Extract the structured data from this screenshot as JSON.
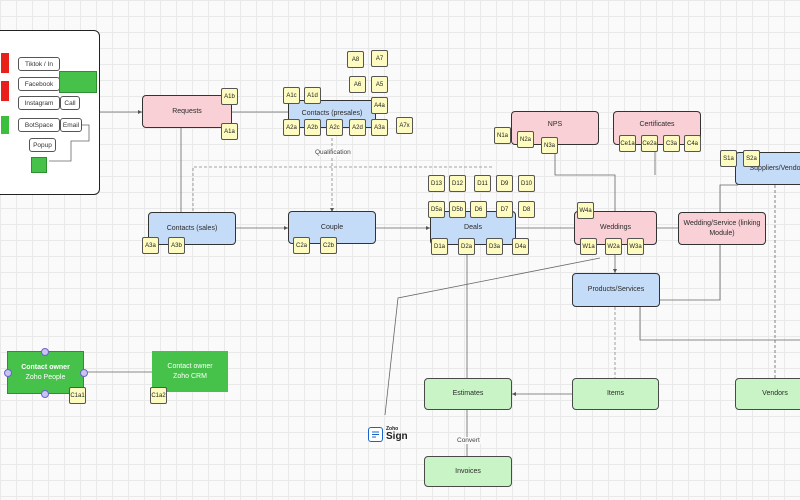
{
  "frame": {
    "tag": "d",
    "channels": [
      "Tiktok / In",
      "Facebook",
      "Instagram",
      "Call",
      "BotSpace",
      "Email",
      "Popup"
    ]
  },
  "boxes": {
    "requests": "Requests",
    "contacts_presales": "Contacts (presales)",
    "nps": "NPS",
    "certificates": "Certificates",
    "suppliers": "Suppliers/Vendo",
    "contacts_sales": "Contacts (sales)",
    "couple": "Couple",
    "deals": "Deals",
    "weddings": "Weddings",
    "wedding_service": "Wedding/Service (linking Module)",
    "products_services": "Products/Services",
    "estimates": "Estimates",
    "items": "Items",
    "vendors": "Vendors",
    "invoices": "Invoices"
  },
  "owners": {
    "people_title": "Contact owner",
    "people_sub": "Zoho People",
    "crm_title": "Contact owner",
    "crm_sub": "Zoho CRM"
  },
  "edge_labels": {
    "qualification": "Qualification",
    "convert": "Convert"
  },
  "zoho_sign": {
    "brand": "Zoho",
    "product": "Sign"
  },
  "notes": {
    "A1b": "A1b",
    "A1a": "A1a",
    "A1c": "A1c",
    "A1d": "A1d",
    "A8": "A8",
    "A7": "A7",
    "A6": "A6",
    "A5": "A5",
    "A4a": "A4a",
    "A7x": "A7x",
    "A2a": "A2a",
    "A2b": "A2b",
    "A2c": "A2c",
    "A2d": "A2d",
    "A3a": "A3a",
    "N1a": "N1a",
    "N2a": "N2a",
    "N3a": "N3a",
    "Ce1a": "Ce1a",
    "Ce2a": "Ce2a",
    "C3a": "C3a",
    "C4a": "C4a",
    "S1a": "S1a",
    "S2a": "S2a",
    "D13": "D13",
    "D12": "D12",
    "D11": "D11",
    "D9": "D9",
    "D10": "D10",
    "D5a": "D5a",
    "D5b": "D5b",
    "D6": "D6",
    "D7": "D7",
    "D8": "D8",
    "D1a": "D1a",
    "D2a": "D2a",
    "D3a": "D3a",
    "D4a": "D4a",
    "W4a": "W4a",
    "W1a": "W1a",
    "W2a": "W2a",
    "W3a": "W3a",
    "A3a_s": "A3a",
    "A3b": "A3b",
    "C2a": "C2a",
    "C2b": "C2b",
    "C1a1": "C1a1",
    "C1a2": "C1a2"
  }
}
